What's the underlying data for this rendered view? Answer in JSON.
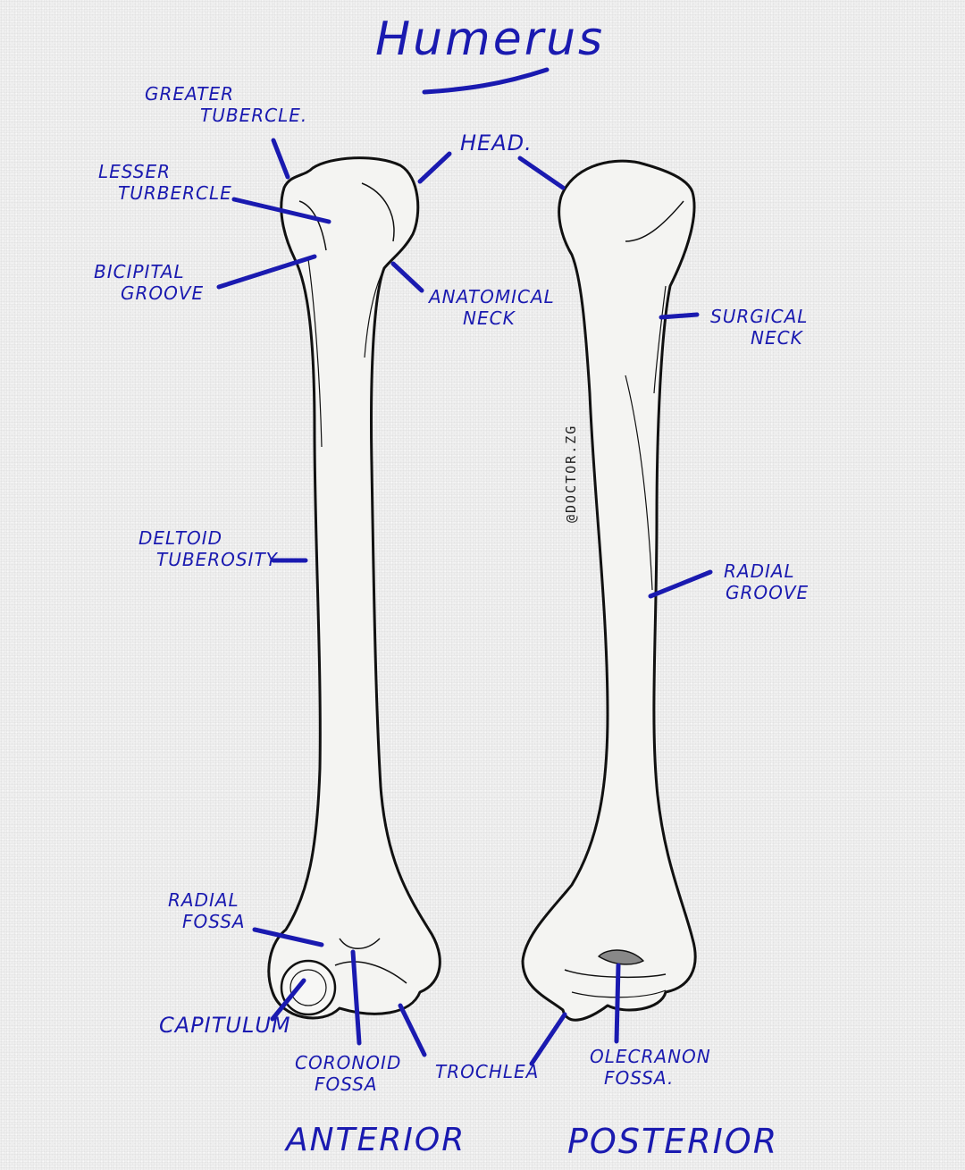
{
  "title": "Humerus",
  "credit": "@doctor.zg",
  "colors": {
    "ink_label": "#1a1ab0",
    "ink_bone": "#111111",
    "bone_fill": "#f4f4f2",
    "background": "#efefef"
  },
  "views": {
    "anterior": "Anterior",
    "posterior": "Posterior"
  },
  "labels": {
    "greater_tubercle": {
      "line1": "Greater",
      "line2": "Tubercle."
    },
    "lesser_tubercle": {
      "line1": "Lesser",
      "line2": "Turbercle"
    },
    "bicipital_groove": {
      "line1": "Bicipital",
      "line2": "Groove"
    },
    "head": {
      "line1": "Head."
    },
    "anatomical_neck": {
      "line1": "Anatomical",
      "line2": "Neck"
    },
    "surgical_neck": {
      "line1": "Surgical",
      "line2": "Neck"
    },
    "deltoid_tuberosity": {
      "line1": "Deltoid",
      "line2": "Tuberosity"
    },
    "radial_groove": {
      "line1": "Radial",
      "line2": "Groove"
    },
    "radial_fossa": {
      "line1": "Radial",
      "line2": "Fossa"
    },
    "capitulum": {
      "line1": "Capitulum"
    },
    "coronoid_fossa": {
      "line1": "Coronoid",
      "line2": "Fossa"
    },
    "trochlea": {
      "line1": "Trochlea"
    },
    "olecranon_fossa": {
      "line1": "Olecranon",
      "line2": "Fossa."
    }
  }
}
